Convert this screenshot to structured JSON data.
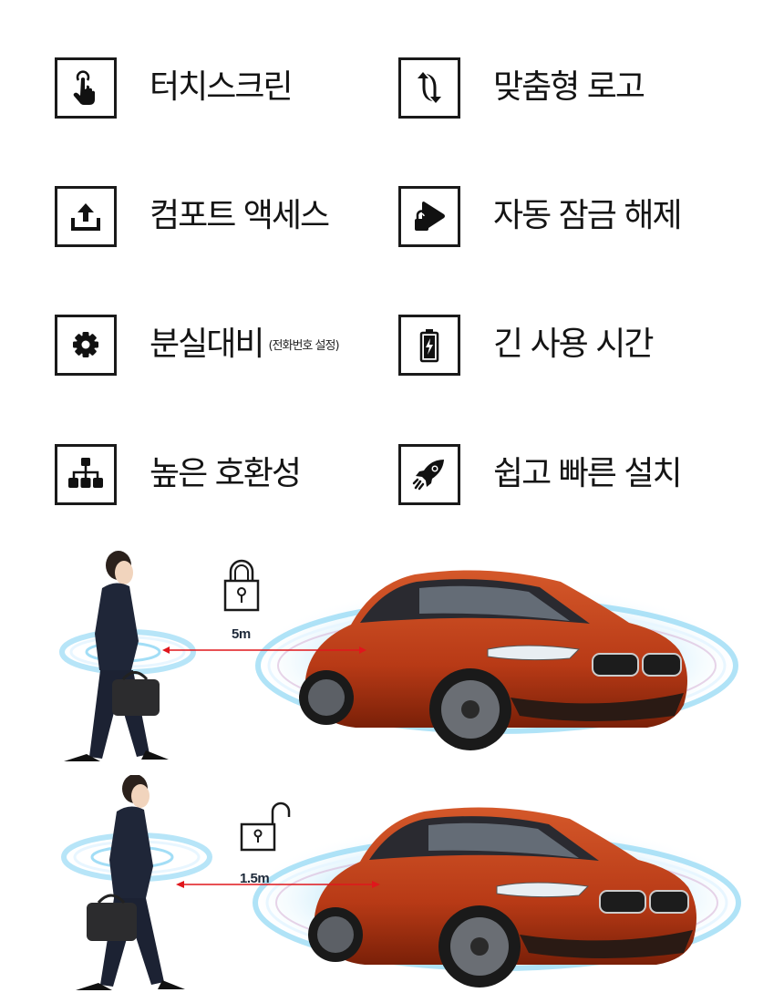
{
  "features": [
    {
      "id": "touchscreen",
      "label": "터치스크린",
      "icon": "touch-hand-icon"
    },
    {
      "id": "custom-logo",
      "label": "맞춤형 로고",
      "icon": "refresh-arrows-icon"
    },
    {
      "id": "comfort-access",
      "label": "컴포트 액세스",
      "icon": "upload-tray-icon"
    },
    {
      "id": "auto-unlock",
      "label": "자동 잠금 해제",
      "icon": "lock-signal-icon"
    },
    {
      "id": "loss-prevention",
      "label": "분실대비",
      "sub_label": "(전화번호 설정)",
      "icon": "gear-icon"
    },
    {
      "id": "long-battery",
      "label": "긴 사용 시간",
      "icon": "battery-charging-icon"
    },
    {
      "id": "compatibility",
      "label": "높은 호환성",
      "icon": "network-hierarchy-icon"
    },
    {
      "id": "easy-install",
      "label": "쉽고 빠른 설치",
      "icon": "rocket-icon"
    }
  ],
  "illustration": {
    "scene_locked": {
      "distance": "5m",
      "state": "locked",
      "lock_icon": "padlock-closed-icon"
    },
    "scene_unlocked": {
      "distance": "1.5m",
      "state": "unlocked",
      "lock_icon": "padlock-open-icon"
    },
    "colors": {
      "car_body": "#c2441c",
      "signal_ring": "#6fc8ee",
      "arrow": "#e0161c",
      "suit": "#1f2638"
    }
  }
}
